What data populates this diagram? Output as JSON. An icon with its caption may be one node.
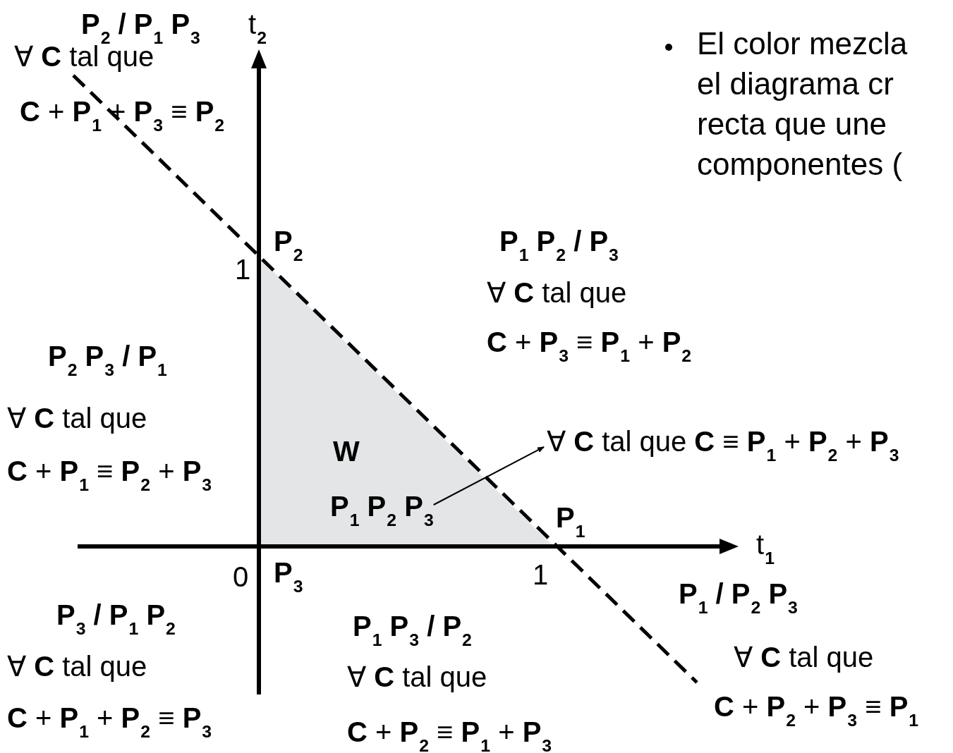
{
  "diagram": {
    "nodes": [
      {
        "text": [
          "P$_{1}$ P$_{2}$ P$_{3}$"
        ]
      },
      {
        "text": [
          "∀ **C** tal que **C** ≡ **P**$_{1}$ + **P**$_{2}$ + **P**$_{3}$"
        ]
      }
    ],
    "edges": [
      {
        "from": 0,
        "to": 1,
        "arrow": "to"
      }
    ],
    "labels": [
      "P$_{2}$ / P$_{1}$ P$_{3}$",
      "t$_{2}$",
      "∀ **C** tal que",
      "**C** + **P**$_{1}$ + **P**$_{3}$ ≡ **P**$_{2}$",
      "El color mezcla",
      "el diagrama cr",
      "recta que une",
      "componentes (",
      "P$_{2}$",
      "1",
      "P$_{1}$ P$_{2}$ / P$_{3}$",
      "∀ **C** tal que",
      "**C** + **P**$_{3}$ ≡ **P**$_{1}$ + **P**$_{2}$",
      "P$_{2}$ P$_{3}$ / P$_{1}$",
      "∀ **C** tal que",
      "**C** + **P**$_{1}$ ≡ **P**$_{2}$ + **P**$_{3}$",
      "W",
      "P$_{1}$",
      "t$_{1}$",
      "0",
      "P$_{3}$",
      "1",
      "P$_{1}$ / P$_{2}$ P$_{3}$",
      "P$_{3}$ / P$_{1}$ P$_{2}$",
      "P$_{1}$ P$_{3}$ / P$_{2}$",
      "∀ **C** tal que",
      "∀ **C** tal que",
      "∀ **C** tal que",
      "**C** + **P**$_{1}$ + **P**$_{2}$ ≡ **P**$_{3}$",
      "**C** + **P**$_{2}$ ≡ **P**$_{1}$ + **P**$_{3}$",
      "**C** + **P**$_{2}$ + **P**$_{3}$ ≡ **P**$_{1}$"
    ]
  }
}
